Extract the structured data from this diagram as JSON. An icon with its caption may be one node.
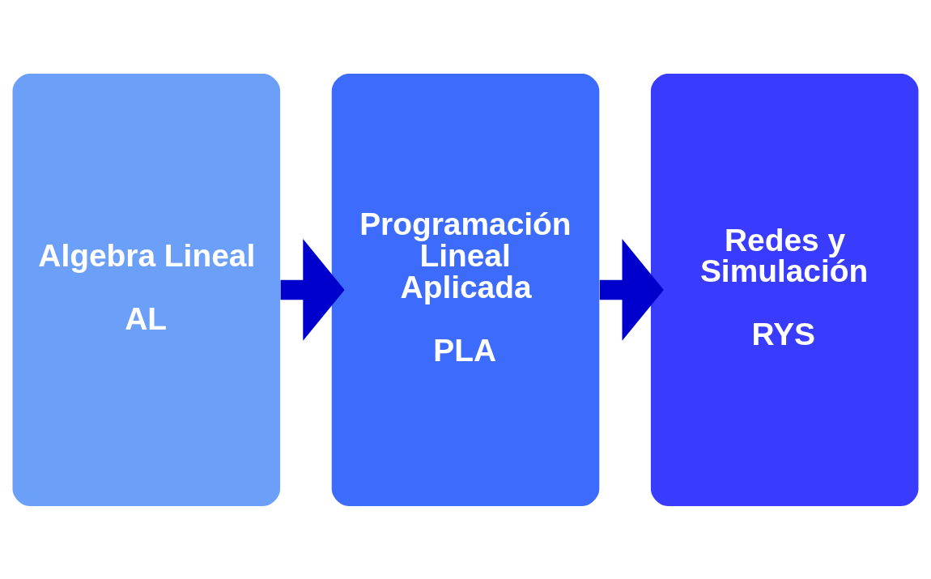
{
  "diagram": {
    "nodes": [
      {
        "text": [
          "Algebra Lineal",
          "AL"
        ]
      },
      {
        "text": [
          "Programación Lineal Aplicada",
          "PLA"
        ]
      },
      {
        "text": [
          "Redes y Simulación",
          "RYS"
        ]
      }
    ],
    "edges": [
      {
        "from": 0,
        "to": 1,
        "arrow": "to"
      },
      {
        "from": 1,
        "to": 2,
        "arrow": "to"
      }
    ]
  }
}
